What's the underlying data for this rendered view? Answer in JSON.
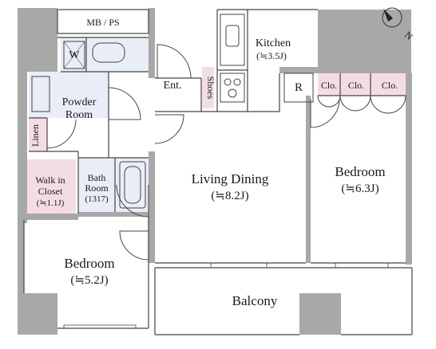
{
  "compass": {
    "north_label": "N"
  },
  "rooms": {
    "mb_ps": "MB / PS",
    "washer": "W",
    "powder_room": [
      "Powder",
      "Room"
    ],
    "entrance": "Ent.",
    "shoes": "Shoes",
    "kitchen": "Kitchen",
    "kitchen_size": "(≒3.5J)",
    "refrigerator": "R",
    "closets": [
      "Clo.",
      "Clo.",
      "Clo."
    ],
    "linen": "Linen",
    "walk_in_closet": [
      "Walk in",
      "Closet",
      "(≒1.1J)"
    ],
    "bath_room": [
      "Bath",
      "Room",
      "(1317)"
    ],
    "living_dining": "Living Dining",
    "living_dining_size": "(≒8.2J)",
    "bedroom_right": "Bedroom",
    "bedroom_right_size": "(≒6.3J)",
    "bedroom_left": "Bedroom",
    "bedroom_left_size": "(≒5.2J)",
    "balcony": "Balcony"
  },
  "colors": {
    "wall": "#a8a8a8",
    "storage_fill": "#f4dce6",
    "wet_area_fill": "#e8edf6",
    "floor": "#ffffff"
  }
}
